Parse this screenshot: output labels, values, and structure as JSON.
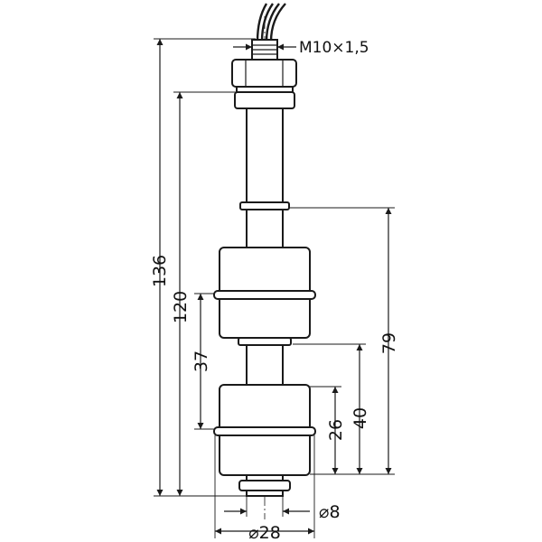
{
  "dimensions": {
    "thread": "M10×1,5",
    "total_length": "136",
    "stem_length": "120",
    "float_spacing": "37",
    "lower_float_height": "26",
    "lower_travel": "40",
    "upper_travel": "79",
    "stem_diameter": "⌀8",
    "float_diameter": "⌀28"
  },
  "colors": {
    "line": "#1a1a1a",
    "background": "#ffffff"
  }
}
